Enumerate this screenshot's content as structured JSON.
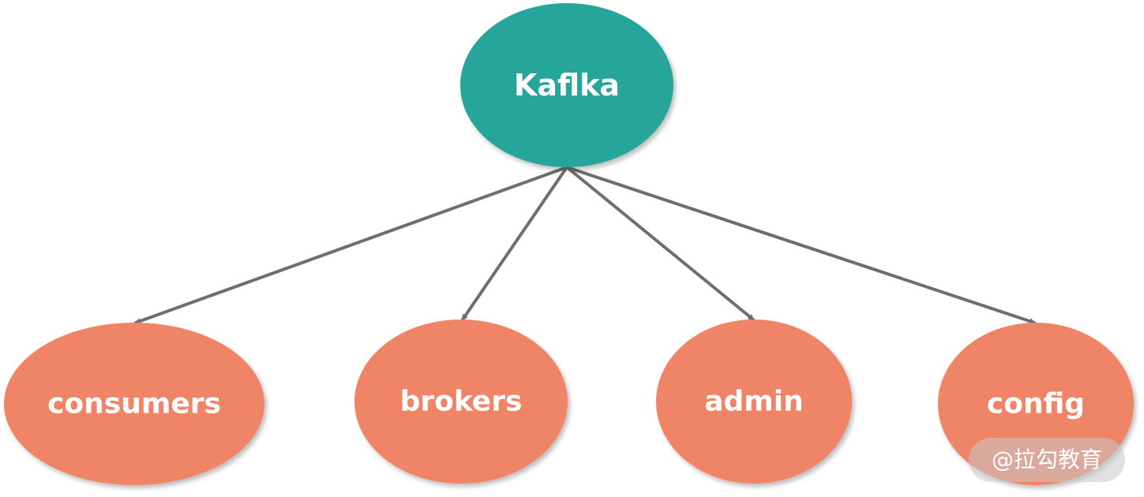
{
  "root": {
    "label": "Kaflka",
    "color": "#26a69a"
  },
  "children": [
    {
      "label": "consumers",
      "color": "#f08466"
    },
    {
      "label": "brokers",
      "color": "#f08466"
    },
    {
      "label": "admin",
      "color": "#f08466"
    },
    {
      "label": "config",
      "color": "#f08466"
    }
  ],
  "edge_color": "#6e6e6e",
  "watermark": {
    "text": "@拉勾教育"
  }
}
